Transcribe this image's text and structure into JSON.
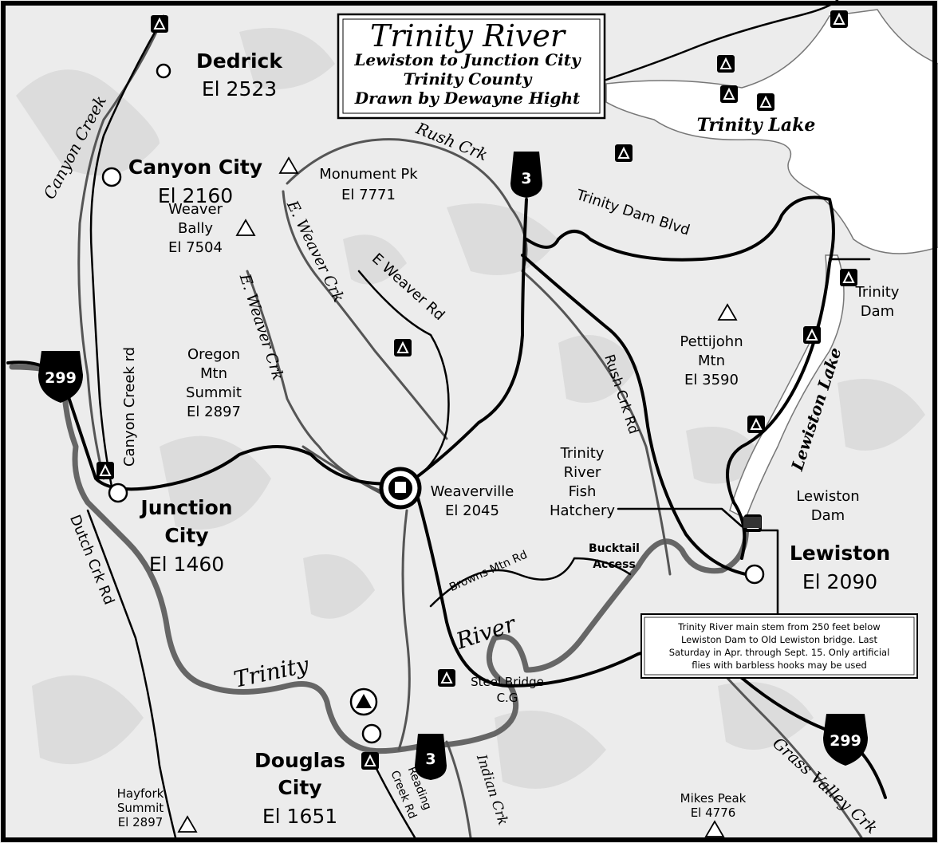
{
  "title_box": {
    "title": "Trinity River",
    "line1": "Lewiston to Junction City",
    "line2": "Trinity County",
    "line3": "Drawn by Dewayne Hight"
  },
  "towns": {
    "dedrick": {
      "name": "Dedrick",
      "elev": "El 2523"
    },
    "canyon_city": {
      "name": "Canyon City",
      "elev": "El 2160"
    },
    "junction_city": {
      "name1": "Junction",
      "name2": "City",
      "elev": "El 1460"
    },
    "douglas_city": {
      "name1": "Douglas",
      "name2": "City",
      "elev": "El 1651"
    },
    "lewiston": {
      "name": "Lewiston",
      "elev": "El 2090"
    },
    "weaverville": {
      "name": "Weaverville",
      "elev": "El 2045"
    }
  },
  "peaks": {
    "monument": {
      "name": "Monument Pk",
      "elev": "El 7771"
    },
    "weaver_bally": {
      "name1": "Weaver",
      "name2": "Bally",
      "elev": "El 7504"
    },
    "oregon_mtn": {
      "name1": "Oregon",
      "name2": "Mtn",
      "name3": "Summit",
      "elev": "El 2897"
    },
    "pettijohn": {
      "name1": "Pettijohn",
      "name2": "Mtn",
      "elev": "El 3590"
    },
    "hayfork": {
      "name1": "Hayfork",
      "name2": "Summit",
      "elev": "El 2897"
    },
    "mikes": {
      "name": "Mikes Peak",
      "elev": "El 4776"
    }
  },
  "water": {
    "trinity_lake": "Trinity Lake",
    "lewiston_lake": "Lewiston Lake",
    "river_word1": "Trinity",
    "river_word2": "River"
  },
  "features": {
    "trinity_dam": {
      "line1": "Trinity",
      "line2": "Dam"
    },
    "lewiston_dam": {
      "line1": "Lewiston",
      "line2": "Dam"
    },
    "hatchery": {
      "line1": "Trinity",
      "line2": "River",
      "line3": "Fish",
      "line4": "Hatchery"
    },
    "bucktail": {
      "line1": "Bucktail",
      "line2": "Access"
    },
    "steel_bridge": {
      "line1": "Steel Bridge",
      "line2": "C.G"
    }
  },
  "roads": {
    "rush_crk": "Rush Crk",
    "trinity_dam_blvd": "Trinity Dam Blvd",
    "e_weaver_rd": "E Weaver Rd",
    "rush_crk_rd": "Rush Crk Rd",
    "canyon_creek_rd": "Canyon Creek rd",
    "dutch_crk_rd": "Dutch Crk Rd",
    "browns_mtn_rd": "Browns Mtn Rd",
    "reading_creek_rd1": "Reading",
    "reading_creek_rd2": "Creek Rd",
    "indian_crk": "Indian Crk",
    "grass_valley_crk": "Grass Valley Crk",
    "canyon_creek": "Canyon Creek",
    "e_weaver_crk1": "E. Weaver Crk",
    "e_weaver_crk2": "E. Weaver Crk"
  },
  "shields": {
    "hwy299_west": "299",
    "hwy299_east": "299",
    "hwy3_north": "3",
    "hwy3_south": "3"
  },
  "regulation_note": {
    "line1": "Trinity River main stem from 250 feet below",
    "line2": "Lewiston Dam to Old Lewiston bridge. Last",
    "line3": "Saturday in Apr. through Sept. 15. Only artificial",
    "line4": "flies with barbless hooks may be used"
  },
  "icons": {
    "campground": "campground-icon",
    "peak": "peak-triangle-icon",
    "town": "town-circle-icon",
    "county_seat": "county-seat-icon",
    "shield": "highway-shield-icon"
  },
  "colors": {
    "terrain": "#dcdcdc",
    "river": "#666666",
    "road": "#000000",
    "creek": "#555555"
  }
}
